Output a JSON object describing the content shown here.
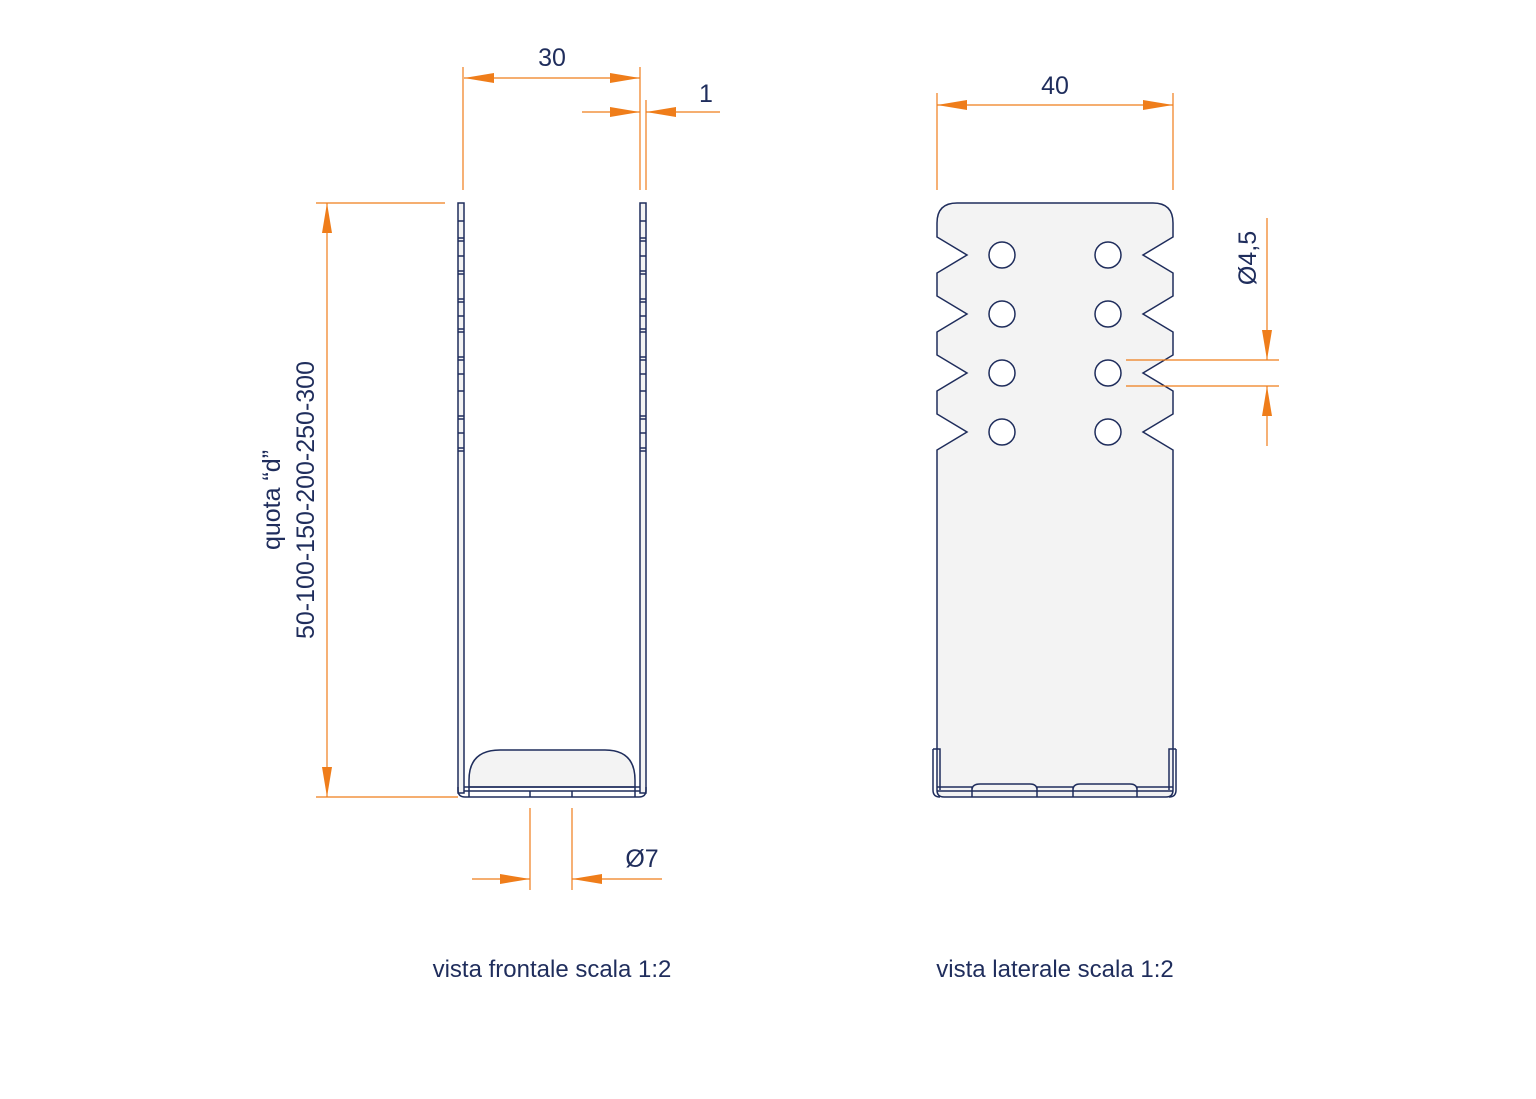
{
  "colors": {
    "line": "#1f2d5c",
    "dimension": "#ef7d1a",
    "fill": "#f3f3f3"
  },
  "front_view": {
    "caption": "vista frontale scala 1:2",
    "dim_width": "30",
    "dim_thickness": "1",
    "dim_hole": "Ø7",
    "dim_height_label": "quota “d”",
    "dim_height_values": "50-100-150-200-250-300"
  },
  "side_view": {
    "caption": "vista laterale scala 1:2",
    "dim_width": "40",
    "dim_hole": "Ø4,5"
  }
}
